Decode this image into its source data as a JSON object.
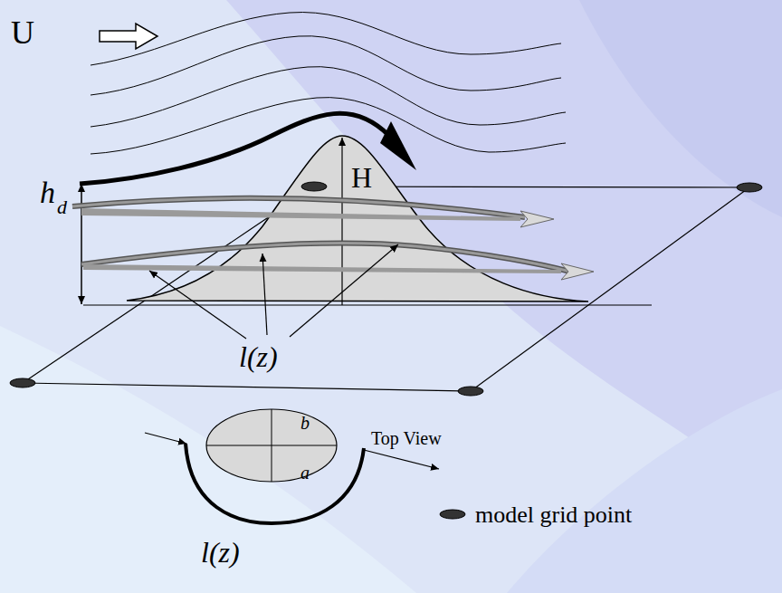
{
  "diagram": {
    "labels": [
      "U",
      "H",
      "h",
      "d",
      "l(z)",
      "Top View",
      "b",
      "a",
      "l(z)"
    ],
    "legend": [
      {
        "text": "model grid point"
      }
    ]
  }
}
